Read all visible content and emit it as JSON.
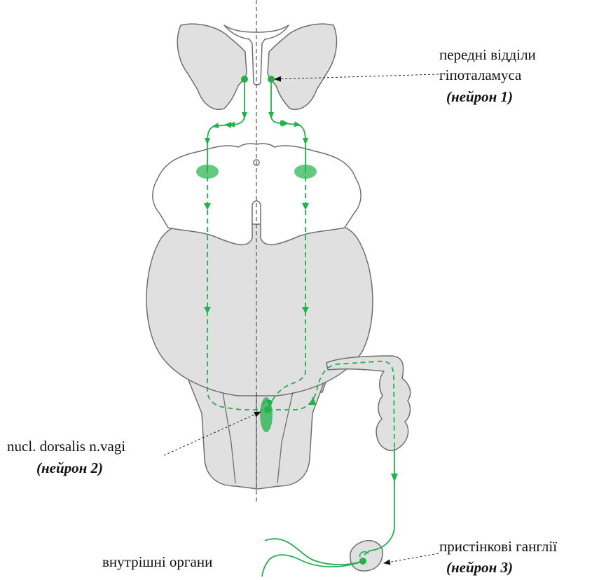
{
  "labels": {
    "hypothalamus_line1": "передні відділи",
    "hypothalamus_line2": "гіпоталамуса",
    "neuron1": "(нейрон 1)",
    "nucleus": "nucl. dorsalis n.vagi",
    "neuron2": "(нейрон 2)",
    "ganglia": "пристінкові ганглії",
    "neuron3": "(нейрон 3)",
    "organs": "внутрішні органи"
  },
  "colors": {
    "pathway": "#22b14c",
    "tissue": "#e0e0e0",
    "outline": "#6f6f6f",
    "text": "#111111"
  }
}
